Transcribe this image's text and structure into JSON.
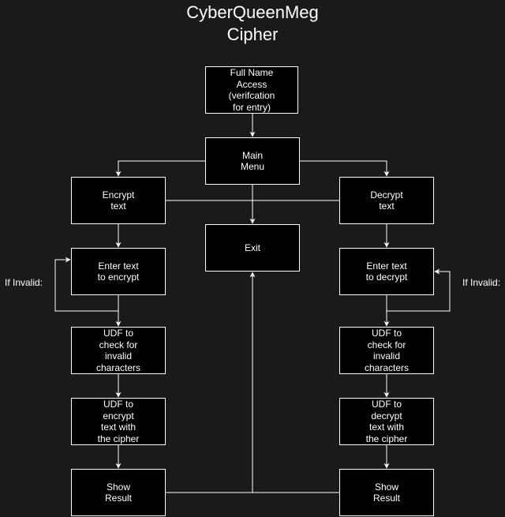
{
  "title": {
    "line1": "CyberQueenMeg",
    "line2": "Cipher"
  },
  "nodes": {
    "access": "Full Name\nAccess\n(verifcation\nfor entry)",
    "main_menu": "Main\nMenu",
    "encrypt": "Encrypt\ntext",
    "decrypt": "Decrypt\ntext",
    "exit": "Exit",
    "enter_encrypt": "Enter text\nto encrypt",
    "enter_decrypt": "Enter text\nto decrypt",
    "udf_check_left": "UDF to\ncheck for\ninvalid\ncharacters",
    "udf_check_right": "UDF to\ncheck for\ninvalid\ncharacters",
    "udf_encrypt": "UDF to\nencrypt\ntext with\nthe cipher",
    "udf_decrypt": "UDF to\ndecrypt\ntext with\nthe cipher",
    "show_left": "Show\nResult",
    "show_right": "Show\nResult"
  },
  "labels": {
    "invalid_left": "If Invalid:",
    "invalid_right": "If Invalid:"
  },
  "colors": {
    "background": "#1a1a1a",
    "box_fill": "#000000",
    "stroke": "#ffffff"
  }
}
